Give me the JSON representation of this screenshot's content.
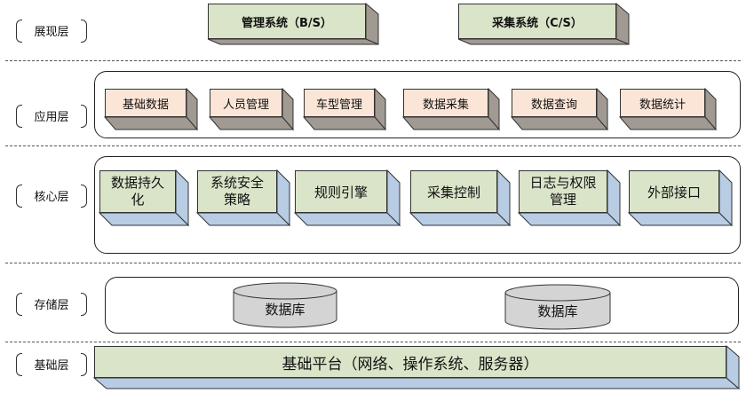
{
  "layers": {
    "presentation": {
      "label": "展现层",
      "items": [
        "管理系统（B/S）",
        "采集系统（C/S）"
      ]
    },
    "application": {
      "label": "应用层",
      "items": [
        "基础数据",
        "人员管理",
        "车型管理",
        "数据采集",
        "数据查询",
        "数据统计"
      ]
    },
    "core": {
      "label": "核心层",
      "items": [
        "数据持久化",
        "系统安全策略",
        "规则引擎",
        "采集控制",
        "日志与权限管理",
        "外部接口"
      ]
    },
    "storage": {
      "label": "存储层",
      "items": [
        "数据库",
        "数据库"
      ]
    },
    "base": {
      "label": "基础层",
      "platform": "基础平台（网络、操作系统、服务器）"
    }
  },
  "colors": {
    "green_face": "#d9e4c8",
    "pink_face": "#fbe5d6",
    "blue_side": "#b8cce4",
    "gray_side": "#a09a92",
    "cylinder": "#d4d4d4"
  }
}
